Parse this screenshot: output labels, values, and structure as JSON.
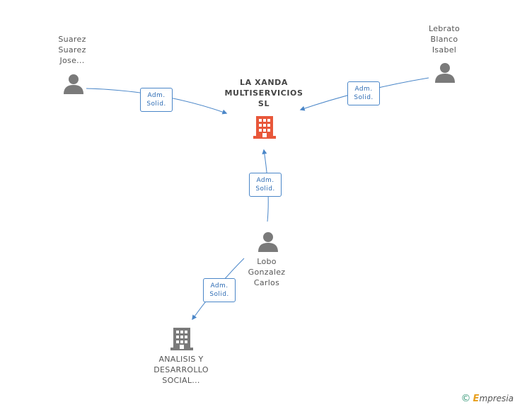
{
  "nodes": {
    "main": {
      "lines": [
        "LA XANDA",
        "MULTISERVICIOS",
        "SL"
      ],
      "color": "#e8573a"
    },
    "suarez": {
      "lines": [
        "Suarez",
        "Suarez",
        "Jose..."
      ]
    },
    "lebrato": {
      "lines": [
        "Lebrato",
        "Blanco",
        "Isabel"
      ]
    },
    "lobo": {
      "lines": [
        "Lobo",
        "Gonzalez",
        "Carlos"
      ]
    },
    "analisis": {
      "lines": [
        "ANALISIS Y",
        "DESARROLLO",
        "SOCIAL..."
      ]
    }
  },
  "badges": {
    "suarez_main": [
      "Adm.",
      "Solid."
    ],
    "lebrato_main": [
      "Adm.",
      "Solid."
    ],
    "lobo_main": [
      "Adm.",
      "Solid."
    ],
    "lobo_analisis": [
      "Adm.",
      "Solid."
    ]
  },
  "footer": {
    "copyright": "©",
    "brand_initial": "E",
    "brand_rest": "mpresia"
  },
  "colors": {
    "edge": "#4a86c8",
    "person": "#7a7a7a",
    "building_secondary": "#7a7a7a"
  }
}
